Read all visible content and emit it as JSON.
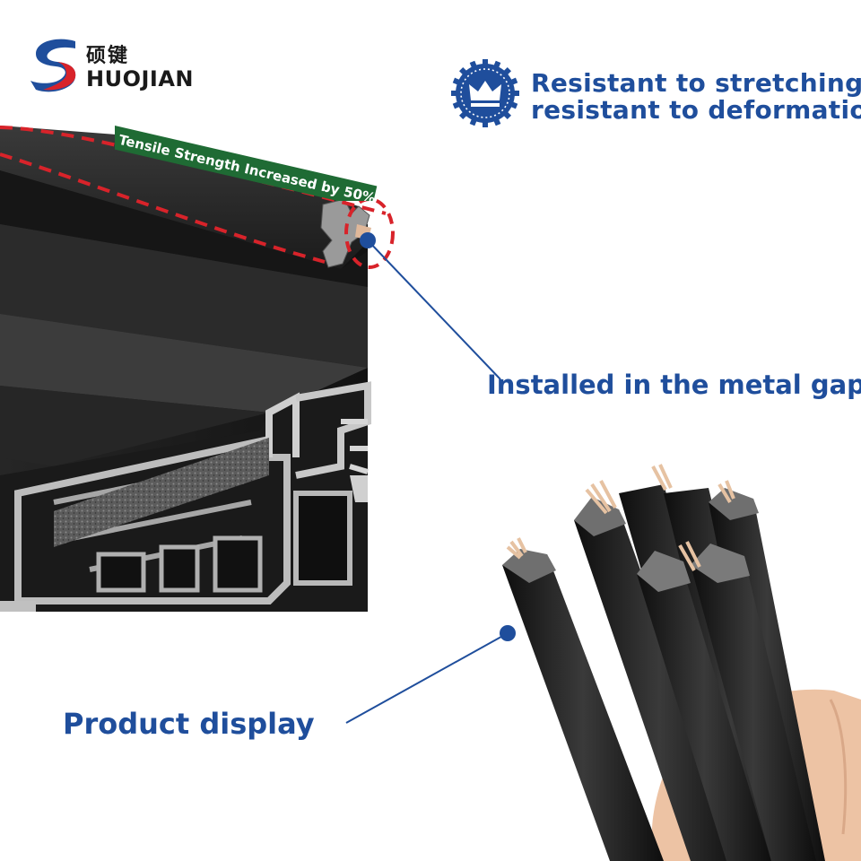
{
  "brand": {
    "name_cn": "硕键",
    "name_en": "HUOJIAN",
    "colors": {
      "blue": "#1f4e9c",
      "red": "#d8232a",
      "green": "#1f6b34"
    }
  },
  "headline": {
    "icon": "crown-badge-icon",
    "line1": "Resistant to stretching",
    "line2": "resistant to deformation"
  },
  "banner": {
    "text": "Tensile Strength Increased by 50%"
  },
  "callouts": {
    "installed": "Installed in the metal gap",
    "product": "Product display"
  }
}
